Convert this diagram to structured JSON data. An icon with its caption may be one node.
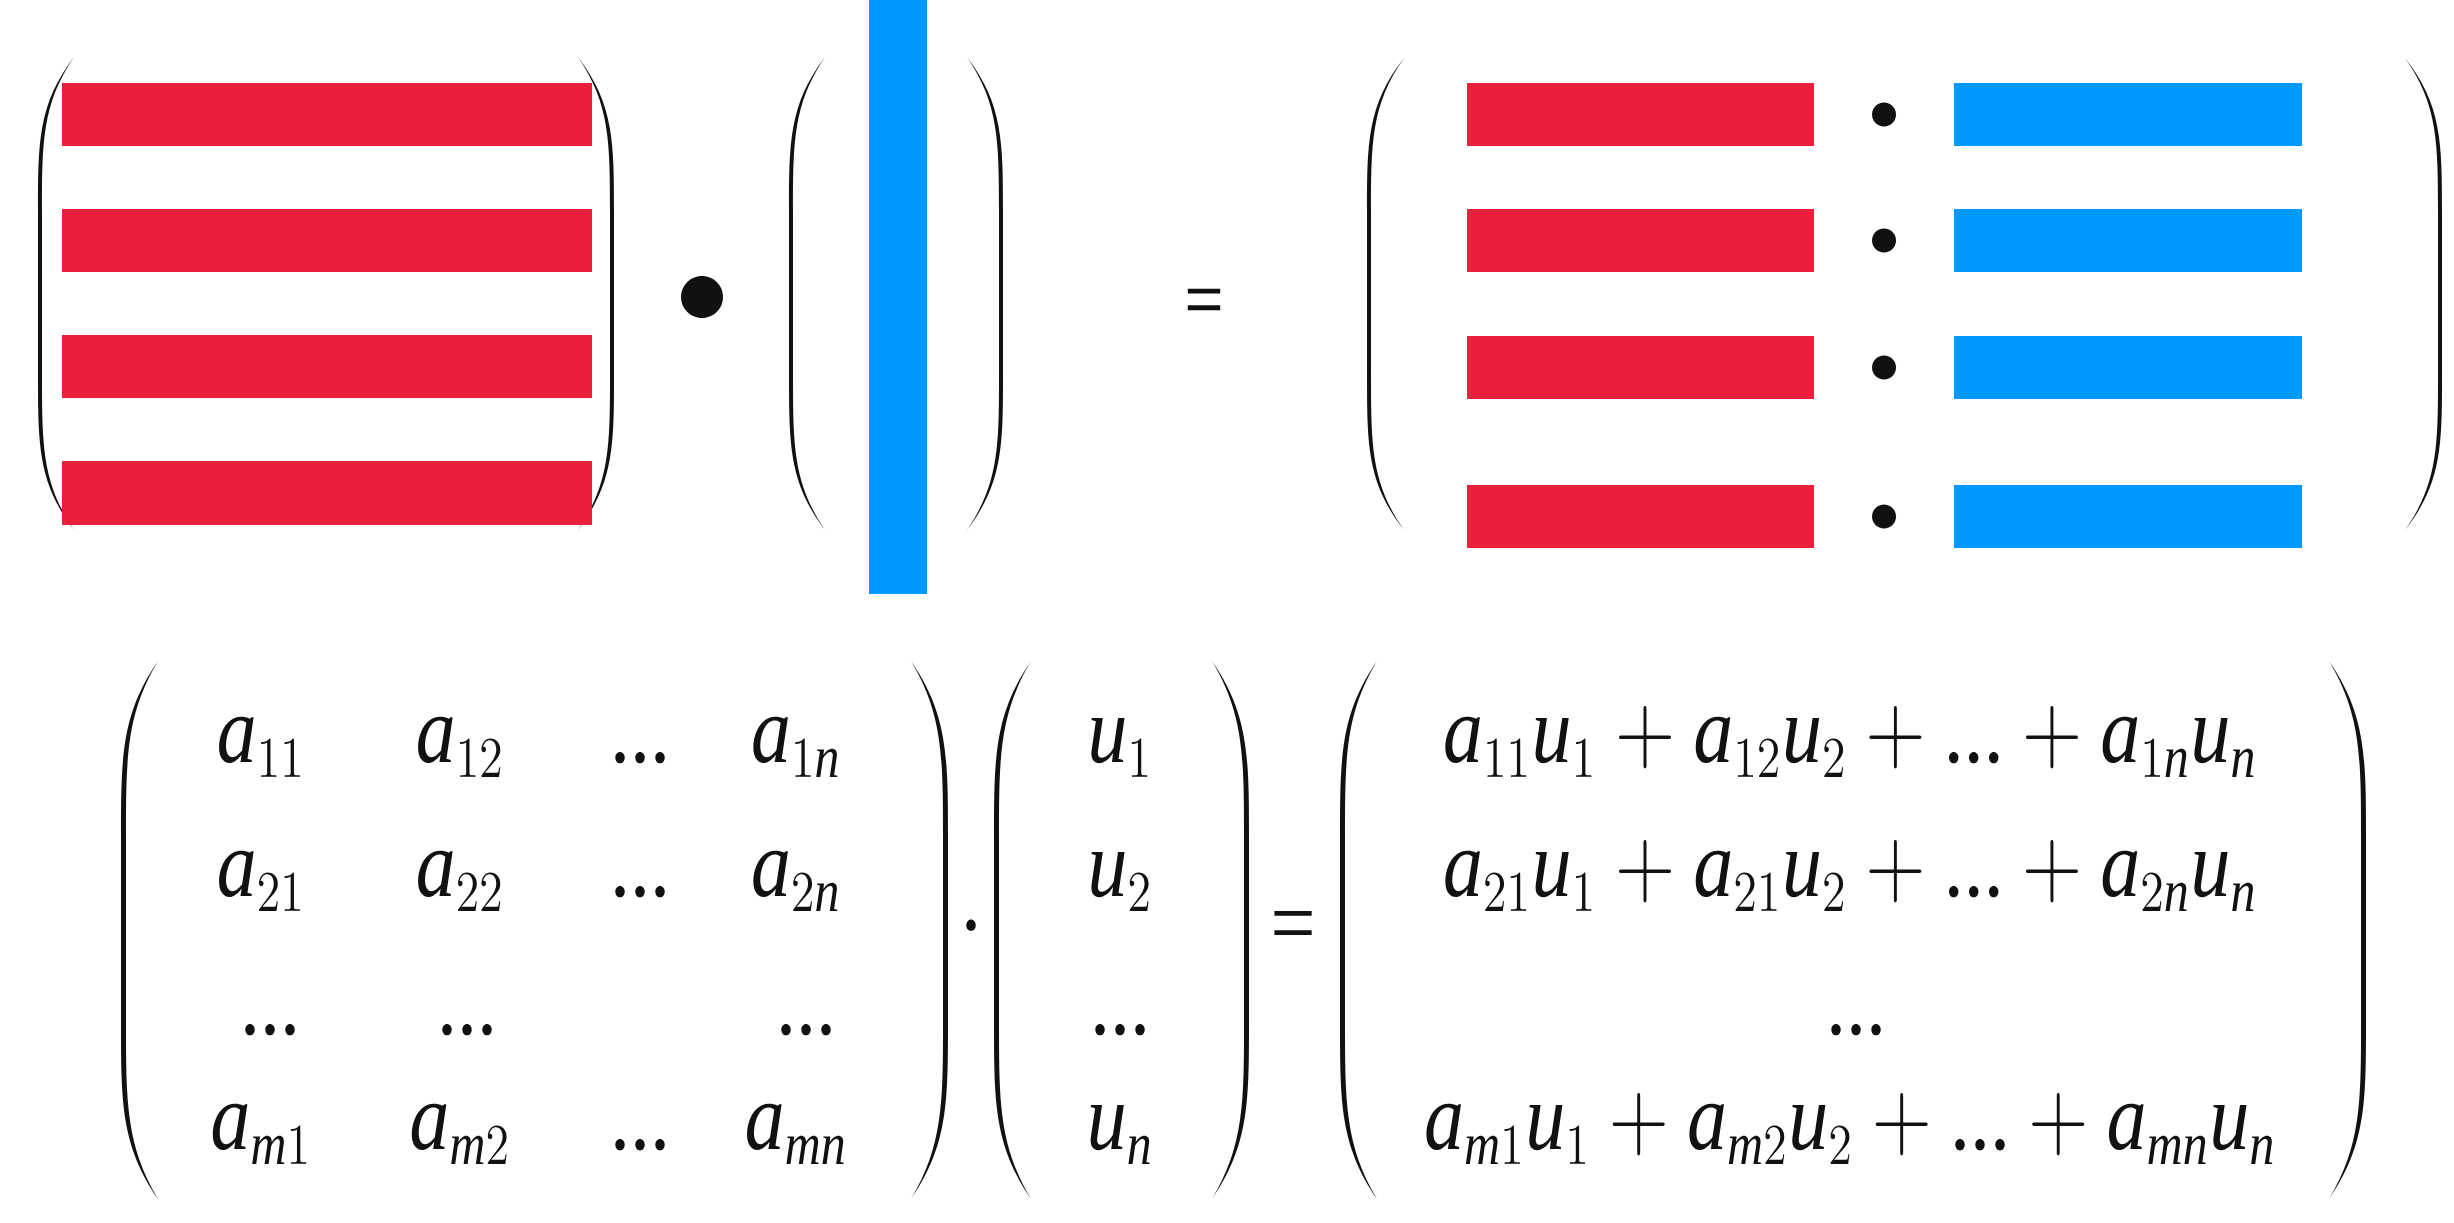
{
  "diagram": {
    "nodes": [
      {
        "text": [],
        "shape": "picture"
      },
      {
        "text": [],
        "shape": "picture"
      },
      {
        "text": [],
        "shape": "picture"
      },
      {
        "text": [
          "a_{11}",
          "a_{12}",
          "...",
          "a_{1n}",
          "a_{21}",
          "a_{22}",
          "...",
          "a_{2n}",
          "...",
          "...",
          "...",
          "a_{m1}",
          "a_{m2}",
          "...",
          "a_{mn}"
        ]
      },
      {
        "text": [
          "u_1",
          "u_2",
          "...",
          "u_n"
        ]
      },
      {
        "text": [
          "a_{11}u_1+a_{12}u_2+...+a_{1n}u_n",
          "a_{21}u_1+a_{21}u_2+...+a_{2n}u_n",
          "...",
          "a_{m1}u_1+a_{m2}u_2+...+a_{mn}u_n"
        ]
      }
    ],
    "labels": [
      "=",
      "·",
      "="
    ]
  }
}
